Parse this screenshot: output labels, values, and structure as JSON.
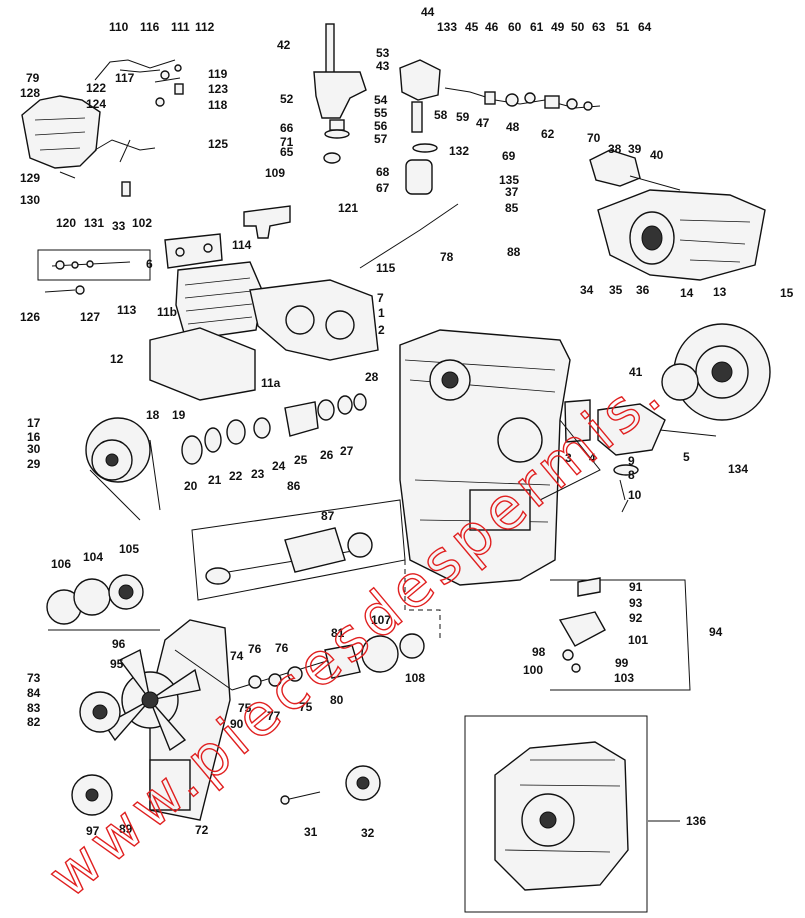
{
  "watermark": "www.piecesdespermis.",
  "labels": [
    "110",
    "116",
    "111",
    "112",
    "44",
    "133",
    "45",
    "46",
    "60",
    "61",
    "49",
    "50",
    "63",
    "51",
    "64",
    "42",
    "53",
    "43",
    "79",
    "128",
    "117",
    "119",
    "123",
    "118",
    "122",
    "124",
    "52",
    "54",
    "55",
    "56",
    "57",
    "58",
    "59",
    "47",
    "48",
    "62",
    "125",
    "66",
    "71",
    "65",
    "132",
    "69",
    "70",
    "38",
    "39",
    "40",
    "129",
    "130",
    "120",
    "131",
    "33",
    "102",
    "68",
    "67",
    "135",
    "37",
    "85",
    "109",
    "114",
    "121",
    "88",
    "6",
    "115",
    "78",
    "126",
    "127",
    "113",
    "11b",
    "7",
    "1",
    "2",
    "34",
    "35",
    "36",
    "14",
    "13",
    "15",
    "12",
    "11a",
    "41",
    "28",
    "17",
    "18",
    "19",
    "16",
    "30",
    "29",
    "20",
    "21",
    "22",
    "23",
    "24",
    "25",
    "26",
    "27",
    "3",
    "4",
    "9",
    "8",
    "5",
    "134",
    "10",
    "86",
    "87",
    "106",
    "104",
    "105",
    "91",
    "93",
    "92",
    "94",
    "101",
    "98",
    "100",
    "99",
    "103",
    "107",
    "108",
    "73",
    "84",
    "83",
    "82",
    "96",
    "95",
    "74",
    "76",
    "76",
    "81",
    "75",
    "77",
    "75",
    "80",
    "90",
    "136",
    "97",
    "89",
    "72",
    "31",
    "32"
  ]
}
